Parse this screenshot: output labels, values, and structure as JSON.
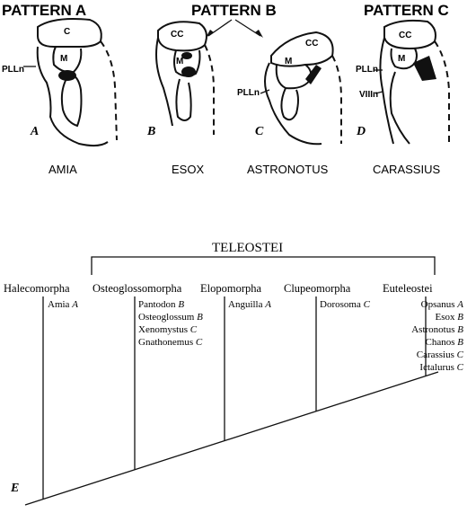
{
  "patterns": [
    {
      "heading": "PATTERN A",
      "panel": "A",
      "fish": "AMIA",
      "labels": [
        "C",
        "M",
        "PLLn"
      ]
    },
    {
      "heading": "PATTERN B",
      "panels": [
        {
          "panel": "B",
          "fish": "ESOX",
          "labels": [
            "CC",
            "M"
          ]
        },
        {
          "panel": "C",
          "fish": "ASTRONOTUS",
          "labels": [
            "CC",
            "M",
            "PLLn"
          ]
        }
      ]
    },
    {
      "heading": "PATTERN C",
      "panel": "D",
      "fish": "CARASSIUS",
      "labels": [
        "CC",
        "M",
        "PLLn",
        "VIIIn"
      ]
    }
  ],
  "cladogram": {
    "panel": "E",
    "group": "TELEOSTEI",
    "clades": [
      {
        "name": "Halecomorpha",
        "taxa": [
          {
            "genus": "Amia",
            "pattern": "A"
          }
        ]
      },
      {
        "name": "Osteoglossomorpha",
        "taxa": [
          {
            "genus": "Pantodon",
            "pattern": "B"
          },
          {
            "genus": "Osteoglossum",
            "pattern": "B"
          },
          {
            "genus": "Xenomystus",
            "pattern": "C"
          },
          {
            "genus": "Gnathonemus",
            "pattern": "C"
          }
        ]
      },
      {
        "name": "Elopomorpha",
        "taxa": [
          {
            "genus": "Anguilla",
            "pattern": "A"
          }
        ]
      },
      {
        "name": "Clupeomorpha",
        "taxa": [
          {
            "genus": "Dorosoma",
            "pattern": "C"
          }
        ]
      },
      {
        "name": "Euteleostei",
        "taxa": [
          {
            "genus": "Opsanus",
            "pattern": "A"
          },
          {
            "genus": "Esox",
            "pattern": "B"
          },
          {
            "genus": "Astronotus",
            "pattern": "B"
          },
          {
            "genus": "Chanos",
            "pattern": "B"
          },
          {
            "genus": "Carassius",
            "pattern": "C"
          },
          {
            "genus": "Ictalurus",
            "pattern": "C"
          }
        ]
      }
    ]
  }
}
